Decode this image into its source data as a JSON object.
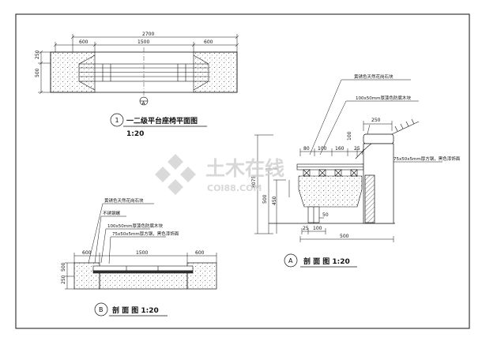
{
  "plan": {
    "dims_top": [
      "2700",
      "600",
      "1500",
      "600"
    ],
    "dims_left": [
      "250",
      "500"
    ],
    "title_num": "1",
    "title": "一二级平台座椅平面图",
    "scale": "1:20",
    "cut_label": "A"
  },
  "section_a": {
    "notes": [
      "黄锈色天然花岗石块",
      "100x50mm厚菠色防腐木块",
      "75x50x5mm厚方钢，黑色漆饰面"
    ],
    "dims": [
      "250",
      "80",
      "100",
      "160",
      "100",
      "25",
      "8075",
      "500",
      "450",
      "5",
      "50",
      "25",
      "100",
      "500"
    ],
    "title_letter": "A",
    "title": "剖 面 图 1:20"
  },
  "section_b": {
    "notes": [
      "黄锈色天然花岗石块",
      "不锈钢螺",
      "100x50mm厚菠色防腐木块",
      "75x50x5mm厚方钢，黑色漆饰面"
    ],
    "dims": [
      "600",
      "1500",
      "600",
      "500",
      "250"
    ],
    "title_letter": "B",
    "title": "剖 面 图 1:20"
  },
  "watermark": {
    "cn": "土木在线",
    "en": "COI88.COM"
  }
}
